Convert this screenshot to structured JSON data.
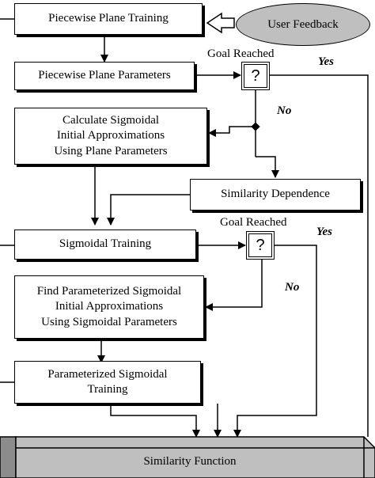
{
  "boxes": {
    "piecewise_training": "Piecewise Plane Training",
    "piecewise_parameters": "Piecewise Plane Parameters",
    "calc_sigmoidal": [
      "Calculate Sigmoidal",
      "Initial Approximations",
      "Using Plane Parameters"
    ],
    "similarity_dependence": "Similarity Dependence",
    "sigmoidal_training": "Sigmoidal Training",
    "find_parameterized": [
      "Find Parameterized Sigmoidal",
      "Initial Approximations",
      "Using Sigmoidal Parameters"
    ],
    "parameterized_training": [
      "Parameterized Sigmoidal",
      "Training"
    ],
    "similarity_function": "Similarity Function"
  },
  "user_feedback": "User Feedback",
  "decisions": {
    "goal_reached_1": "Goal Reached",
    "goal_reached_2": "Goal Reached",
    "symbol": "?"
  },
  "branches": {
    "yes_1": "Yes",
    "no_1": "No",
    "yes_2": "Yes",
    "no_2": "No"
  },
  "colors": {
    "ellipse_fill": "#bfbfbf",
    "base_fill": "#bfbfbf",
    "line": "#000000"
  }
}
